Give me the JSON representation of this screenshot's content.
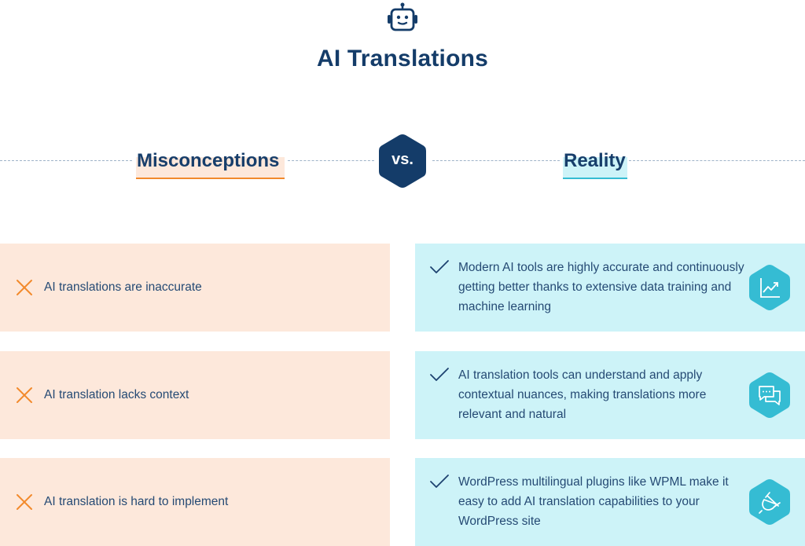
{
  "header": {
    "icon": "robot-icon",
    "title": "AI Translations"
  },
  "comparison": {
    "left_heading": "Misconceptions",
    "vs_label": "vs.",
    "right_heading": "Reality"
  },
  "misconceptions": [
    {
      "icon": "x-icon",
      "text": "AI translations are inaccurate"
    },
    {
      "icon": "x-icon",
      "text": "AI translation lacks context"
    },
    {
      "icon": "x-icon",
      "text": "AI translation is hard to implement"
    }
  ],
  "realities": [
    {
      "icon": "check-icon",
      "badge_icon": "chart-trend-icon",
      "text": "Modern AI tools are highly accurate and continuously getting better thanks to extensive data training and machine learning"
    },
    {
      "icon": "check-icon",
      "badge_icon": "chat-bubbles-icon",
      "text": "AI translation tools can understand and apply contextual nuances, making translations more relevant and natural"
    },
    {
      "icon": "check-icon",
      "badge_icon": "plug-icon",
      "text": "WordPress multilingual plugins like WPML make it easy to add AI translation capabilities to your WordPress site"
    }
  ],
  "colors": {
    "navy": "#143c69",
    "orange_accent": "#f28a2c",
    "misconception_bg": "#fde8db",
    "teal_accent": "#35bcd3",
    "reality_bg": "#cdf3f8"
  }
}
